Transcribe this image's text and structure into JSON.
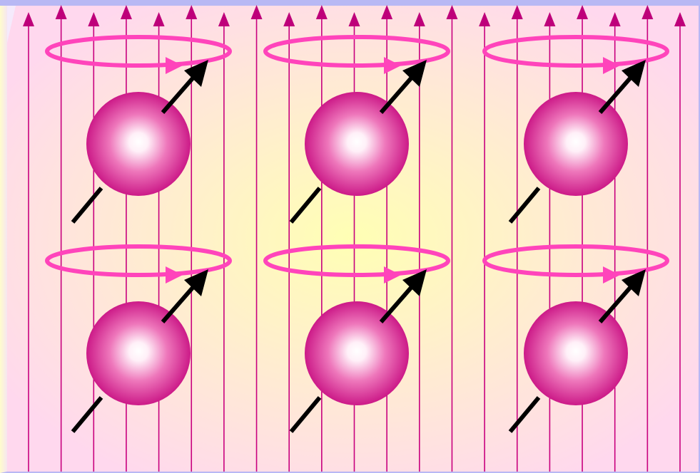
{
  "colors": {
    "frame": "#b8b8f4",
    "panel": "#ffd8ee",
    "panel_center_glow": "#ffffb4",
    "field_line": "#c8007e",
    "field_arrowhead": "#be007a",
    "precession_ring": "#ff44bb",
    "sphere_core": "#ffffff",
    "sphere_mid": "#ee77bb",
    "sphere_edge": "#cc1a88",
    "spin_arrow": "#000000",
    "left_bevel": "#fffccc"
  },
  "field": {
    "line_count": 21,
    "direction": "up"
  },
  "spins": {
    "rows": 2,
    "columns": 3,
    "orientation": "up-right",
    "precession": true
  }
}
